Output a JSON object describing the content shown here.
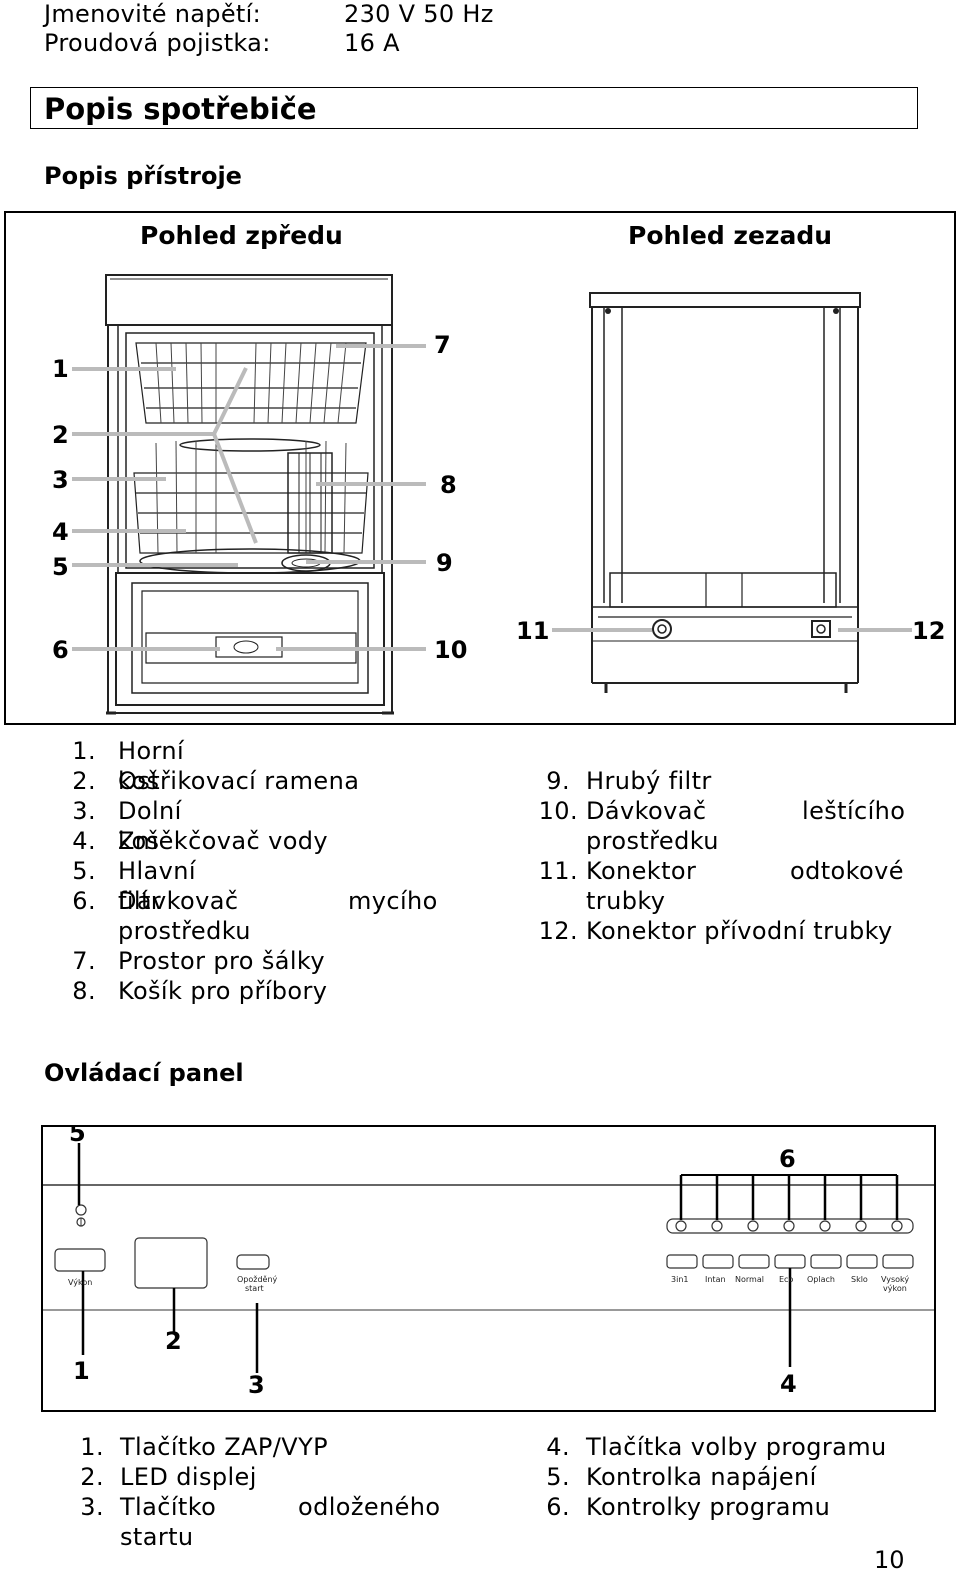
{
  "specs": [
    {
      "label": "Jmenovité napětí:",
      "value": "230 V 50 Hz"
    },
    {
      "label": "Proudová pojistka:",
      "value": "16 A"
    }
  ],
  "section_title": "Popis spotřebiče",
  "description_title": "Popis přístroje",
  "figure": {
    "front_title": "Pohled zpředu",
    "rear_title": "Pohled zezadu",
    "callouts": [
      "1",
      "2",
      "3",
      "4",
      "5",
      "6",
      "7",
      "8",
      "9",
      "10",
      "11",
      "12"
    ]
  },
  "parts_left": [
    {
      "num": "1.",
      "text": "Horní koš"
    },
    {
      "num": "2.",
      "text": "Ostřikovací ramena"
    },
    {
      "num": "3.",
      "text": "Dolní koš"
    },
    {
      "num": "4.",
      "text": "Změkčovač vody"
    },
    {
      "num": "5.",
      "text": "Hlavní filtr"
    },
    {
      "num": "6.",
      "text": "Dávkovač mycího",
      "text_a": "Dávkovač",
      "text_b": "mycího",
      "text2": "prostředku"
    },
    {
      "num": "7.",
      "text": "Prostor pro šálky"
    },
    {
      "num": "8.",
      "text": "Košík pro příbory"
    }
  ],
  "parts_right": [
    {
      "num": "9.",
      "text": "Hrubý filtr"
    },
    {
      "num": "10.",
      "text_a": "Dávkovač",
      "text_b": "leštícího",
      "text2": "prostředku"
    },
    {
      "num": "11.",
      "text_a": "Konektor",
      "text_b": "odtokové",
      "text2": "trubky"
    },
    {
      "num": "12.",
      "text": "Konektor přívodní trubky"
    }
  ],
  "panel_title": "Ovládací panel",
  "panel": {
    "callouts": [
      "1",
      "2",
      "3",
      "4",
      "5",
      "6"
    ],
    "power_label": "Výkon",
    "delay_label_1": "Opožděný",
    "delay_label_2": "start",
    "programs": [
      "3in1",
      "Intan",
      "Normal",
      "Eco",
      "Oplach",
      "Sklo",
      "Vysoký výkon"
    ],
    "program_last_1": "Vysoký",
    "program_last_2": "výkon"
  },
  "controls_left": [
    {
      "num": "1.",
      "text": "Tlačítko ZAP/VYP"
    },
    {
      "num": "2.",
      "text": "LED displej"
    },
    {
      "num": "3.",
      "text_a": "Tlačítko",
      "text_b": "odloženého",
      "text2": "startu"
    }
  ],
  "controls_right": [
    {
      "num": "4.",
      "text": "Tlačítka volby programu"
    },
    {
      "num": "5.",
      "text": "Kontrolka napájení"
    },
    {
      "num": "6.",
      "text": "Kontrolky programu"
    }
  ],
  "page_number": "10"
}
